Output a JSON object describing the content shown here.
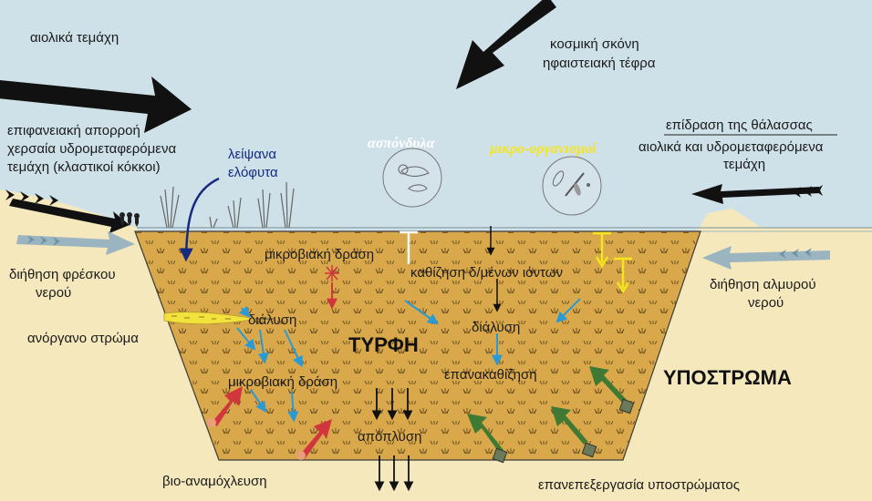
{
  "colors": {
    "sky": "#cfe1e8",
    "sand": "#f4e8bc",
    "peat": "#d9a84a",
    "red_arrow": "#d1353d",
    "green_arrow": "#3f7a35",
    "blue_arrow": "#2a9ad6",
    "yellow": "#f5e51c",
    "dark_blue": "#132a80"
  },
  "labels": {
    "aeolian": "αιολικά τεμάχη",
    "cosmic_dust": "κοσμική σκόνη",
    "volcanic_ash": "ηφαιστειακή τέφρα",
    "runoff_1": "επιφανειακή απορροή",
    "runoff_2": "χερσαία υδρομεταφερόμενα",
    "runoff_3": "τεμάχη (κλαστικοί κόκκοι)",
    "remains_1": "λείψανα",
    "remains_2": "ελόφυτα",
    "vertebrates": "ασπόνδυλα",
    "microorganisms": "μικρο-οργανισμοί",
    "sea_1": "επίδραση της θάλασσας",
    "sea_2": "αιολικά και υδρομεταφερόμενα",
    "sea_3": "τεμάχη",
    "fresh_1": "διήθηση φρέσκου",
    "fresh_2": "νερού",
    "salt_1": "διήθηση αλμυρού",
    "salt_2": "νερού",
    "microbial_top": "μικροβιακή δράση",
    "settling": "καθίζηση δ/μένων ιόντων",
    "dissolution_left": "διάλυση",
    "dissolution_mid": "διάλυση",
    "inorganic_layer": "ανόργανο στρώμα",
    "peat": "ΤΥΡΦΗ",
    "resettling": "επανακαθίζηση",
    "substrate": "ΥΠΟΣΤΡΩΜΑ",
    "microbial_bottom": "μικροβιακή δράση",
    "leaching": "απόπλυση",
    "bioturbation": "βιο-αναμόχλευση",
    "substrate_reworking": "επανεπεξεργασία υποστρώματος"
  },
  "icons": {
    "tuft": "grass-tuft-icon",
    "shell": "shell-icon",
    "microbe": "microorganism-icon",
    "burrow": "burrow-icon",
    "root": "root-icon",
    "reed": "reed-plant-icon"
  }
}
